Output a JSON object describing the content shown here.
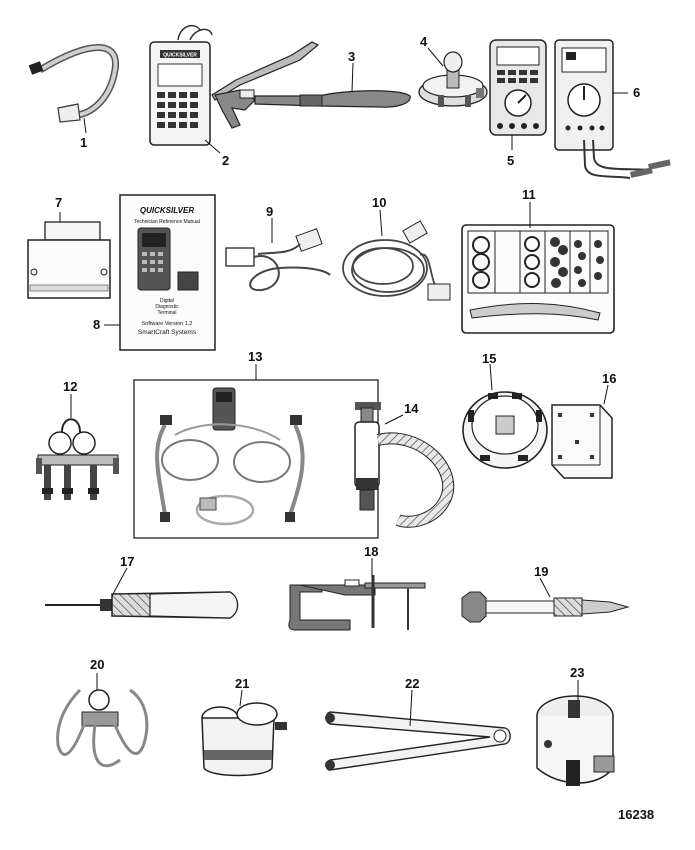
{
  "figure_number": "16238",
  "callouts": {
    "c1": "1",
    "c2": "2",
    "c3": "3",
    "c4": "4",
    "c5": "5",
    "c6": "6",
    "c7": "7",
    "c8": "8",
    "c9": "9",
    "c10": "10",
    "c11": "11",
    "c12": "12",
    "c13": "13",
    "c14": "14",
    "c15": "15",
    "c16": "16",
    "c17": "17",
    "c18": "18",
    "c19": "19",
    "c20": "20",
    "c21": "21",
    "c22": "22",
    "c23": "23"
  },
  "printed_text": {
    "quicksilver": "QUICKSILVER",
    "manual_title": "Technician Reference Manual",
    "manual_software": "Software Version 1.2",
    "manual_systems": "SmartCraft   Systems",
    "manual_digital": "Digital",
    "manual_diagnostic": "Diagnostic",
    "manual_terminal": "Terminal"
  }
}
